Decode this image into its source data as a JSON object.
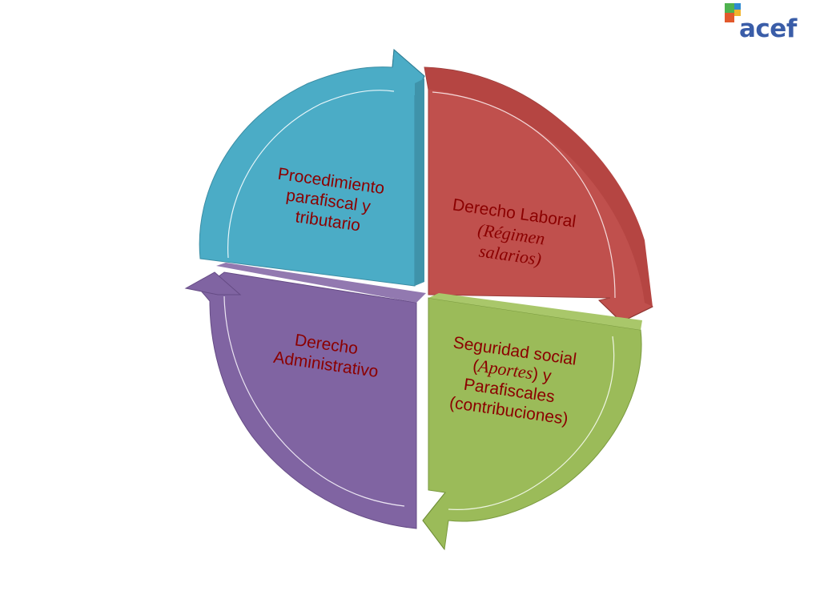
{
  "slide": {
    "quadrants": [
      {
        "id": "tl",
        "color": "#4bacc6",
        "lines": [
          "Procedimiento",
          "parafiscal y",
          "tributario"
        ]
      },
      {
        "id": "tr",
        "color": "#c0504d",
        "lines": [
          "Derecho Laboral",
          "(Régimen",
          "salarios)"
        ]
      },
      {
        "id": "br",
        "color": "#9bbb59",
        "line1": "Seguridad social",
        "line2_open": "(",
        "line2_italic": "Aportes",
        "line2_close": ") y",
        "line3": "Parafiscales",
        "line4": "(contribuciones)"
      },
      {
        "id": "bl",
        "color": "#8064a2",
        "lines": [
          "Derecho",
          "Administrativo"
        ]
      }
    ],
    "text_color": "#8b0000"
  },
  "logo": {
    "text": "acef",
    "colors": {
      "green": "#4fb24f",
      "blue": "#2d8ad1",
      "orange": "#e2592c",
      "yellow": "#f0b42d",
      "text": "#3a5da8"
    }
  }
}
